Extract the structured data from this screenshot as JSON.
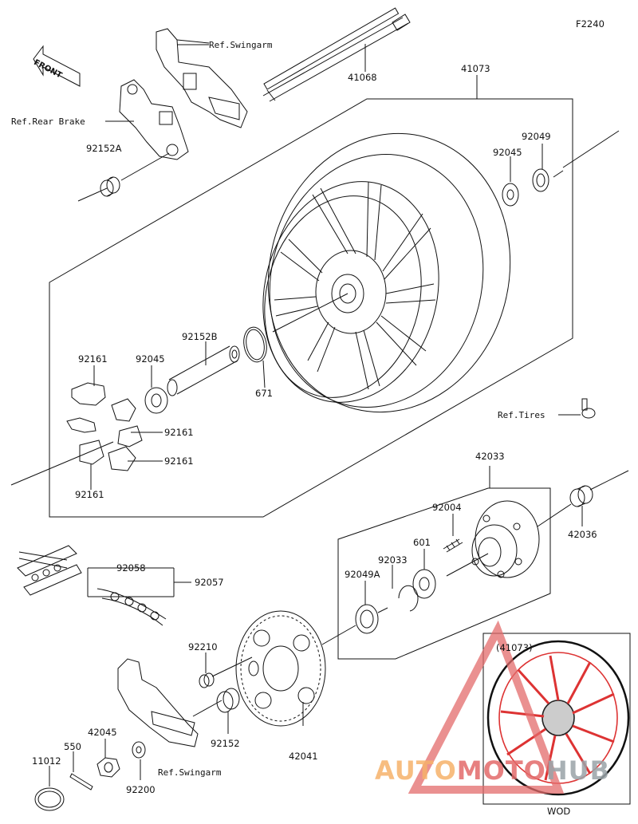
{
  "diagram_code": "F2240",
  "front_label": "FRONT",
  "labels": {
    "ref_swingarm_top": "Ref.Swingarm",
    "axle": "41068",
    "ref_rear_brake": "Ref.Rear Brake",
    "collar_left": "92152A",
    "wheel_assy": "41073",
    "seal_right": "92049",
    "bearing_right": "92045",
    "oring": "671",
    "collar_inner": "92152B",
    "damper_top": "92161",
    "bearing_left": "92045",
    "damper_mid_right": "92161",
    "damper_low_right": "92161",
    "damper_bottom": "92161",
    "ref_tires": "Ref.Tires",
    "coupling": "42033",
    "stud": "92004",
    "nut_601": "601",
    "circlip": "92033",
    "seal_coupling": "92049A",
    "collar_coupling": "42036",
    "chain_joint": "92058",
    "chain": "92057",
    "sprocket_nut": "92210",
    "sprocket_collar": "92152",
    "sprocket": "42041",
    "axle_nut": "42045",
    "cotter_pin": "550",
    "washer": "92200",
    "cap": "11012",
    "ref_swingarm_bottom": "Ref.Swingarm",
    "inset_title": "(41073)",
    "inset_caption": "WOD"
  },
  "watermark": {
    "part1": "AUTO",
    "part2": "MOTO",
    "part3": "HUB"
  },
  "colors": {
    "line": "#111111",
    "inset_wheel_accent": "#e03a3a",
    "watermark_orange": "#f6b26b",
    "watermark_red": "#e36b6b"
  }
}
